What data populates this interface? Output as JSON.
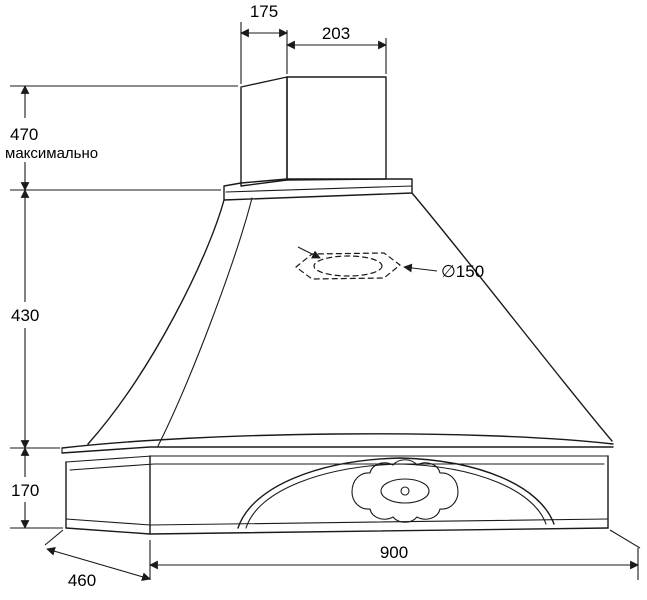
{
  "diagram": {
    "dimensions": {
      "chimney_depth": "175",
      "chimney_width": "203",
      "chimney_height": "470",
      "chimney_height_note": "максимально",
      "canopy_height": "430",
      "base_height": "170",
      "duct_diameter": "∅150",
      "hood_depth": "460",
      "hood_width": "900"
    },
    "colors": {
      "line": "#1a1a1a",
      "background": "#ffffff"
    }
  }
}
